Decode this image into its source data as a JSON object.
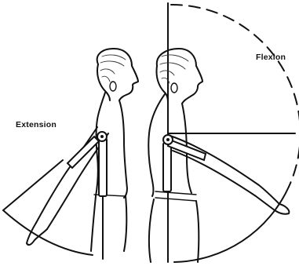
{
  "labels": {
    "extension": "Extension",
    "flexion": "Flexion"
  },
  "figures": [
    {
      "name": "extension-figure",
      "motion": "extension"
    },
    {
      "name": "flexion-figure",
      "motion": "flexion"
    }
  ],
  "colors": {
    "line": "#111111",
    "background": "#ffffff"
  }
}
